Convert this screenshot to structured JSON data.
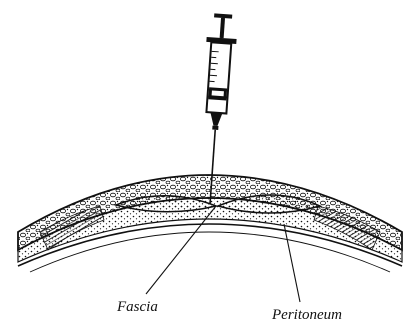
{
  "labels": {
    "fascia": "Fascia",
    "peritoneum": "Peritoneum"
  },
  "colors": {
    "ink": "#111111",
    "background": "#ffffff"
  },
  "icons": {
    "instrument": "syringe-icon",
    "tissue": "abdominal-wall-cross-section"
  }
}
